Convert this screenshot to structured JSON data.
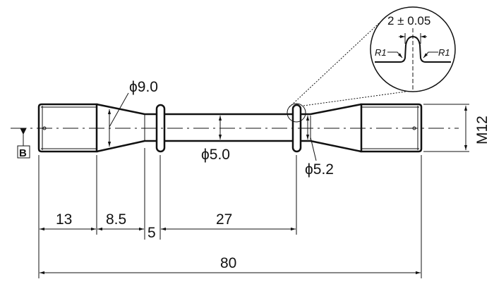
{
  "drawing": {
    "datum_label": "B",
    "diameters": {
      "grip_taper": "ϕ9.0",
      "gauge": "ϕ5.0",
      "collar": "ϕ5.2"
    },
    "thread": "M12",
    "lengths": {
      "grip": "13",
      "taper": "8.5",
      "shoulder": "5",
      "gauge": "27",
      "total": "80"
    },
    "detail": {
      "width_tol": "2 ± 0.05",
      "radius_left": "R1",
      "radius_right": "R1"
    },
    "colors": {
      "line": "#111111",
      "background": "#ffffff"
    }
  }
}
